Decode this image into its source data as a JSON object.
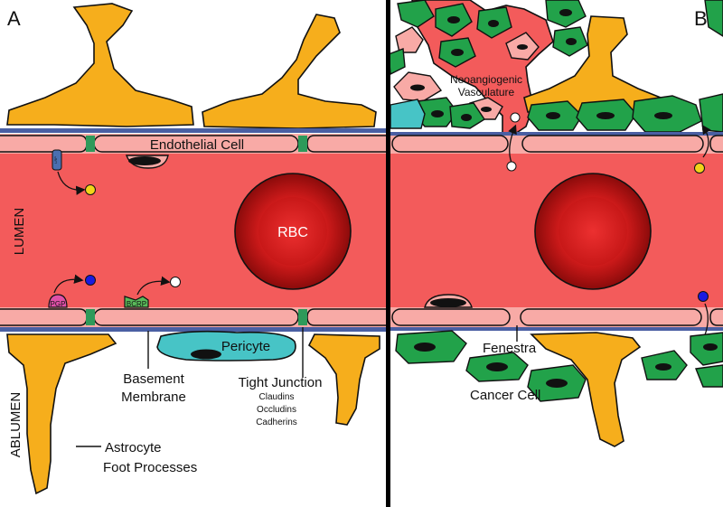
{
  "panels": {
    "left": {
      "letter": "A"
    },
    "right": {
      "letter": "B"
    }
  },
  "regions": {
    "lumen": "LUMEN",
    "ablumen": "ABLUMEN"
  },
  "labels": {
    "endothelial_cell": "Endothelial Cell",
    "rbc": "RBC",
    "pericyte": "Pericyte",
    "basement_membrane_line1": "Basement",
    "basement_membrane_line2": "Membrane",
    "tight_junction": "Tight Junction",
    "tj_claudins": "Claudins",
    "tj_occludins": "Occludins",
    "tj_cadherins": "Cadherins",
    "astrocyte_line1": "Astrocyte",
    "astrocyte_line2": "Foot Processes",
    "neoangiogenic_line1": "Neoangiogenic",
    "neoangiogenic_line2": "Vasculature",
    "fenestra": "Fenestra",
    "cancer_cell": "Cancer Cell"
  },
  "transporters": {
    "lrp": "LRP",
    "pgp": "PGP",
    "bcrp": "BCRP"
  },
  "colors": {
    "lumen": "#f35b5b",
    "endothelium": "#f8aaa6",
    "astrocyte": "#f6ae1c",
    "pericyte": "#47c4c6",
    "cancer": "#22a24a",
    "basement": "#4a5fa3",
    "rbc": "#c81818",
    "junction": "#2e9a5a"
  }
}
